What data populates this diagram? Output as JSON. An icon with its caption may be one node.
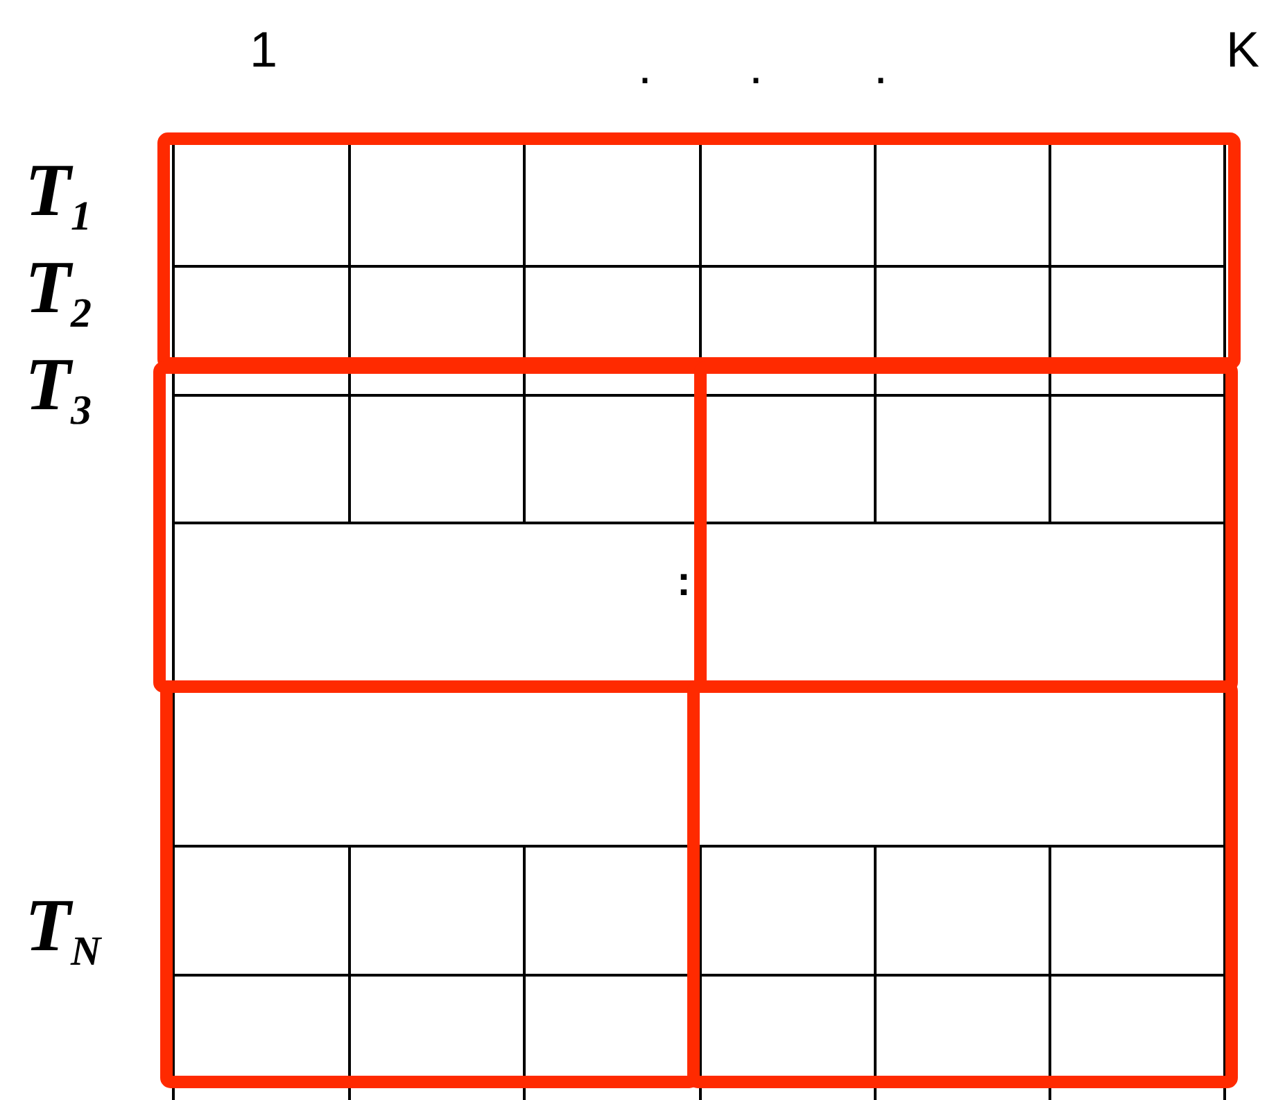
{
  "diagram": {
    "labels": [
      "1",
      ".",
      ".",
      ".",
      "K",
      "T$_{1}$",
      "T$_{2}$",
      "T$_{3}$",
      ":",
      "T$_{N}$"
    ]
  }
}
